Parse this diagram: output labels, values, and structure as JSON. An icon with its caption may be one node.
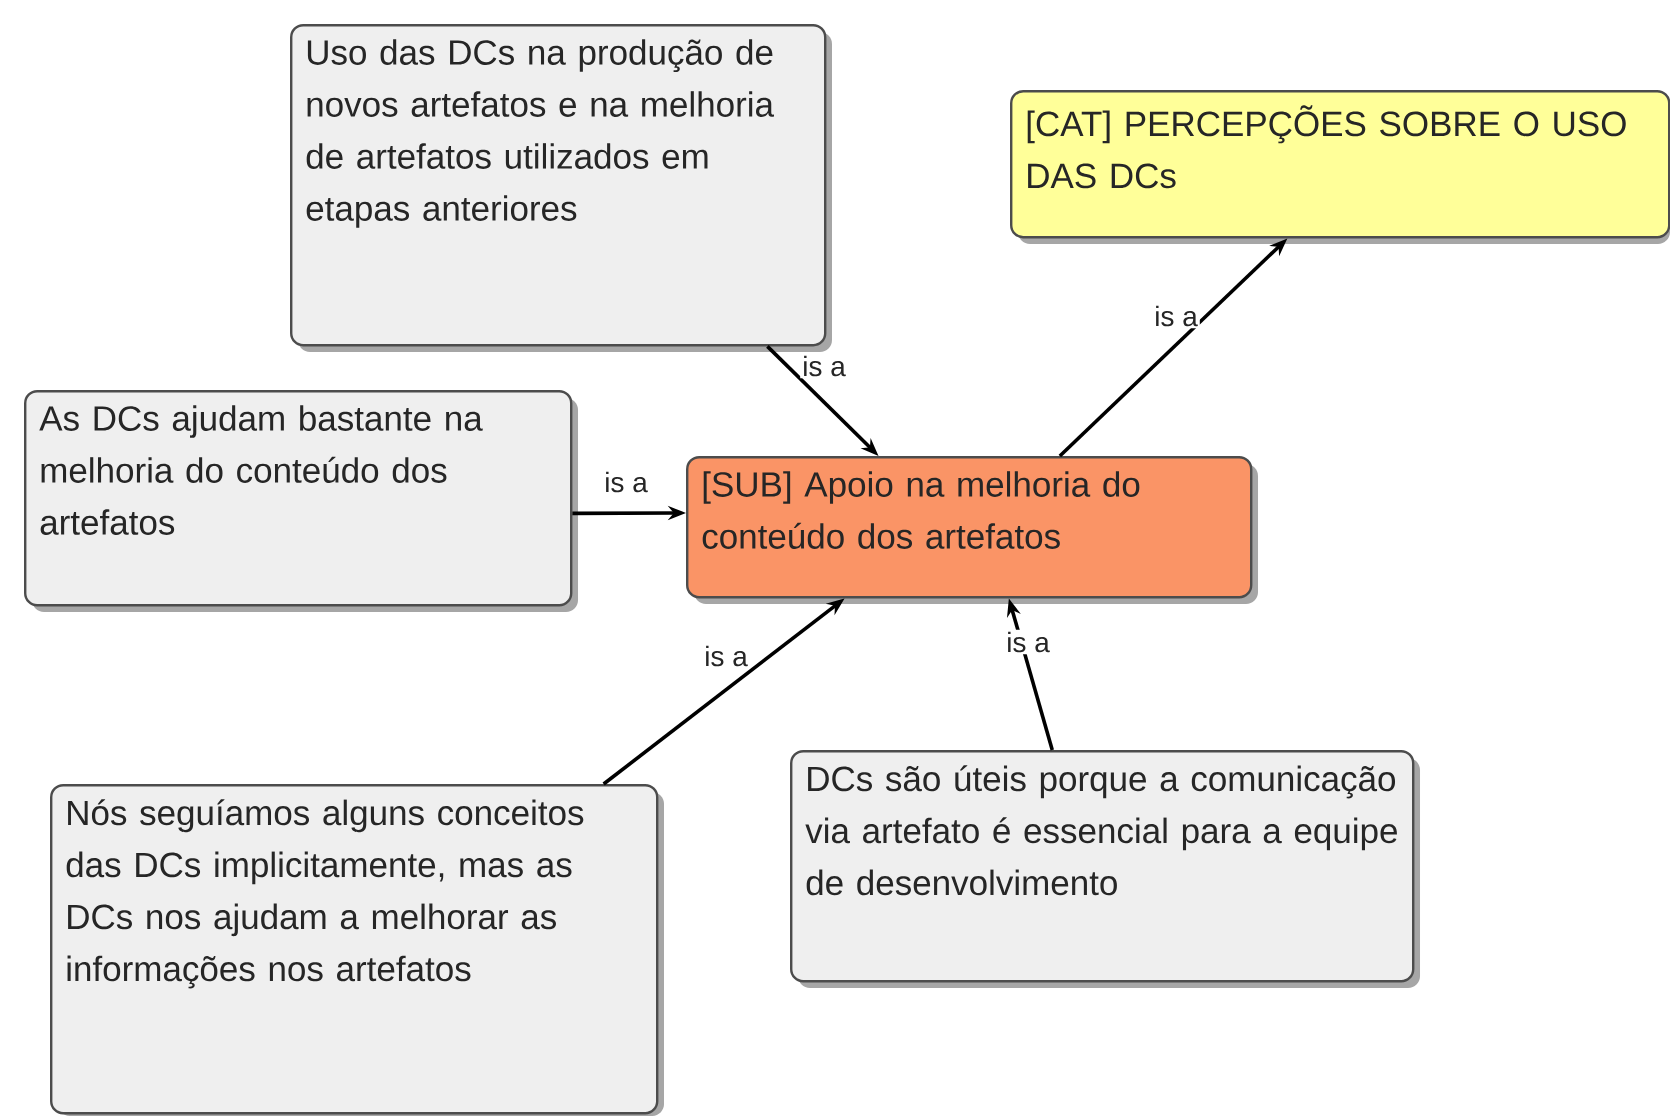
{
  "diagram": {
    "nodes": [
      {
        "text": [
          "Uso das DCs na produção de novos artefatos e na melhoria de artefatos utilizados em etapas anteriores"
        ]
      },
      {
        "text": [
          "[CAT] PERCEPÇÕES SOBRE O USO DAS DCs"
        ]
      },
      {
        "text": [
          "As DCs ajudam bastante na melhoria do conteúdo dos artefatos"
        ]
      },
      {
        "text": [
          "[SUB] Apoio na melhoria do conteúdo dos artefatos"
        ]
      },
      {
        "text": [
          "Nós seguíamos alguns conceitos das DCs implicitamente, mas as DCs nos ajudam a melhorar as informações nos artefatos"
        ]
      },
      {
        "text": [
          "DCs são úteis porque a comunicação via artefato é essencial para a equipe de desenvolvimento"
        ]
      }
    ],
    "edges": [
      {
        "from": 0,
        "to": 3,
        "arrow": "to",
        "label": "is a"
      },
      {
        "from": 2,
        "to": 3,
        "arrow": "to",
        "label": "is a"
      },
      {
        "from": 3,
        "to": 1,
        "arrow": "to",
        "label": "is a"
      },
      {
        "from": 4,
        "to": 3,
        "arrow": "to",
        "label": "is a"
      },
      {
        "from": 5,
        "to": 3,
        "arrow": "to",
        "label": "is a"
      }
    ]
  }
}
